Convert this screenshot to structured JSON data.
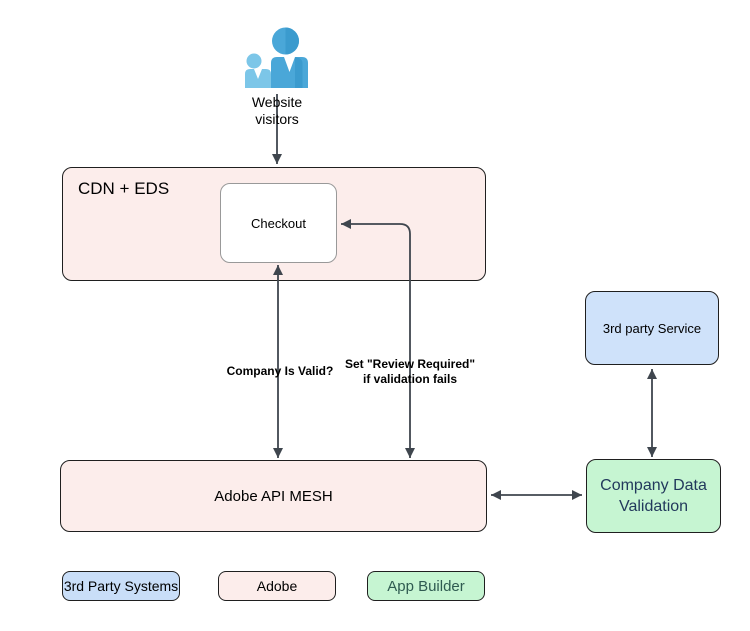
{
  "diagram": {
    "visitors": {
      "icon": "two-users-icon",
      "line1": "Website",
      "line2": "visitors"
    },
    "cdn": {
      "title": "CDN + EDS",
      "checkout": "Checkout"
    },
    "mesh": {
      "label": "Adobe API MESH"
    },
    "service": {
      "label": "3rd party Service"
    },
    "validation": {
      "line1": "Company Data",
      "line2": "Validation"
    },
    "edges": {
      "valid_label": "Company Is Valid?",
      "review_line1": "Set \"Review Required\"",
      "review_line2": "if validation fails"
    },
    "legend": {
      "third_party": "3rd Party Systems",
      "adobe": "Adobe",
      "app_builder": "App Builder"
    },
    "colors": {
      "adobe_pink": "#fcedeb",
      "service_blue": "#cfe2fa",
      "legend_blue": "#c9def8",
      "builder_green": "#c6f5d2",
      "validation_text": "#22395c",
      "builder_text": "#2f5b51",
      "border_dark": "#1f1f1f",
      "checkout_border": "#999999",
      "arrow": "#3f464e",
      "icon_blue_light": "#7cc6e8",
      "icon_blue_mid": "#4aa7d8",
      "icon_blue_dark": "#3b9bce"
    }
  }
}
